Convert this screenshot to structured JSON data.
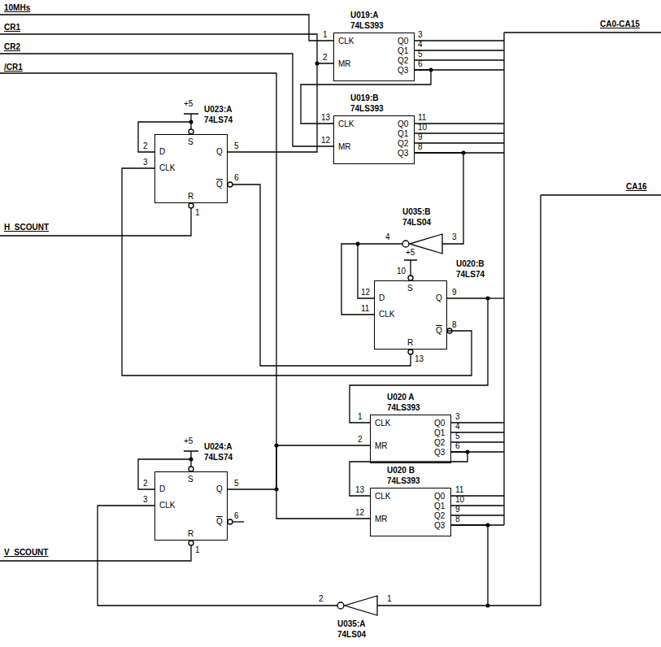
{
  "diagram": {
    "nodes": [
      {
        "text": [
          "U019:A",
          "74LS393",
          "CLK",
          "MR",
          "Q0",
          "Q1",
          "Q2",
          "Q3"
        ]
      },
      {
        "text": [
          "U019:B",
          "74LS393",
          "CLK",
          "MR",
          "Q0",
          "Q1",
          "Q2",
          "Q3"
        ]
      },
      {
        "text": [
          "U023:A",
          "74LS74",
          "D",
          "S",
          "CLK",
          "R",
          "Q",
          "Q"
        ]
      },
      {
        "text": [
          "U035:B",
          "74LS04"
        ]
      },
      {
        "text": [
          "U020:B",
          "74LS74",
          "D",
          "S",
          "CLK",
          "R",
          "Q",
          "Q"
        ]
      },
      {
        "text": [
          "U020 A",
          "74LS393",
          "CLK",
          "MR",
          "Q0",
          "Q1",
          "Q2",
          "Q3"
        ]
      },
      {
        "text": [
          "U020 B",
          "74LS393",
          "CLK",
          "MR",
          "Q0",
          "Q1",
          "Q2",
          "Q3"
        ]
      },
      {
        "text": [
          "U024:A",
          "74LS74",
          "D",
          "S",
          "CLK",
          "R",
          "Q",
          "Q"
        ]
      },
      {
        "text": [
          "U035:A",
          "74LS04"
        ]
      }
    ],
    "edges": [
      {
        "from": 0,
        "to": 1,
        "arrow": "none"
      },
      {
        "from": 1,
        "to": 3,
        "arrow": "none"
      },
      {
        "from": 3,
        "to": 4,
        "arrow": "none"
      },
      {
        "from": 2,
        "to": 0,
        "arrow": "none"
      },
      {
        "from": 4,
        "to": 2,
        "arrow": "none"
      },
      {
        "from": 4,
        "to": 5,
        "arrow": "none"
      },
      {
        "from": 5,
        "to": 6,
        "arrow": "none"
      },
      {
        "from": 6,
        "to": 8,
        "arrow": "none"
      },
      {
        "from": 8,
        "to": 7,
        "arrow": "none"
      },
      {
        "from": 7,
        "to": 5,
        "arrow": "none"
      }
    ],
    "labels": [
      "10MHs",
      "CR1",
      "CR2",
      "/CR1",
      "CA0-CA15",
      "CA16",
      "H_SCOUNT",
      "V_SCOUNT",
      "+5",
      "+5",
      "+5",
      "1",
      "2",
      "3",
      "4",
      "5",
      "6",
      "13",
      "12",
      "11",
      "10",
      "9",
      "8",
      "2",
      "3",
      "5",
      "6",
      "4",
      "3",
      "10",
      "12",
      "11",
      "9",
      "8",
      "13",
      "1",
      "2",
      "3",
      "4",
      "5",
      "6",
      "13",
      "12",
      "11",
      "10",
      "9",
      "8",
      "2",
      "3",
      "5",
      "6",
      "2",
      "1",
      "1",
      "1"
    ]
  }
}
